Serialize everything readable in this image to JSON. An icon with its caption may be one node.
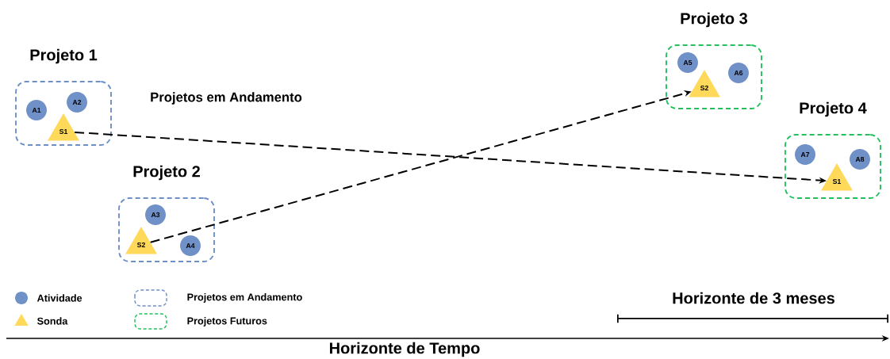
{
  "diagram": {
    "nodes": [
      {
        "text": [
          "Projeto 1"
        ]
      },
      {
        "text": [
          "A1"
        ],
        "in": 0
      },
      {
        "text": [
          "A2"
        ],
        "in": 0
      },
      {
        "text": [
          "S1"
        ],
        "in": 0
      },
      {
        "text": [
          "Projeto 2"
        ]
      },
      {
        "text": [
          "A3"
        ],
        "in": 4
      },
      {
        "text": [
          "S2"
        ],
        "in": 4
      },
      {
        "text": [
          "A4"
        ],
        "in": 4
      },
      {
        "text": [
          "Projeto 3"
        ]
      },
      {
        "text": [
          "A5"
        ],
        "in": 8
      },
      {
        "text": [
          "A6"
        ],
        "in": 8
      },
      {
        "text": [
          "S2"
        ],
        "in": 8
      },
      {
        "text": [
          "Projeto 4"
        ]
      },
      {
        "text": [
          "A7"
        ],
        "in": 12
      },
      {
        "text": [
          "A8"
        ],
        "in": 12
      },
      {
        "text": [
          "S1"
        ],
        "in": 12
      }
    ],
    "edges": [
      {
        "from": 3,
        "to": 15,
        "arrow": "to",
        "style": "dashed"
      },
      {
        "from": 6,
        "to": 11,
        "arrow": "to",
        "style": "dashed"
      }
    ],
    "labels": [
      "Projetos em Andamento",
      "Horizonte de 3 meses",
      "Horizonte de Tempo"
    ],
    "legend": [
      {
        "text": "Atividade"
      },
      {
        "text": "Sonda"
      },
      {
        "text": "Projetos em Andamento"
      },
      {
        "text": "Projetos Futuros"
      }
    ]
  }
}
